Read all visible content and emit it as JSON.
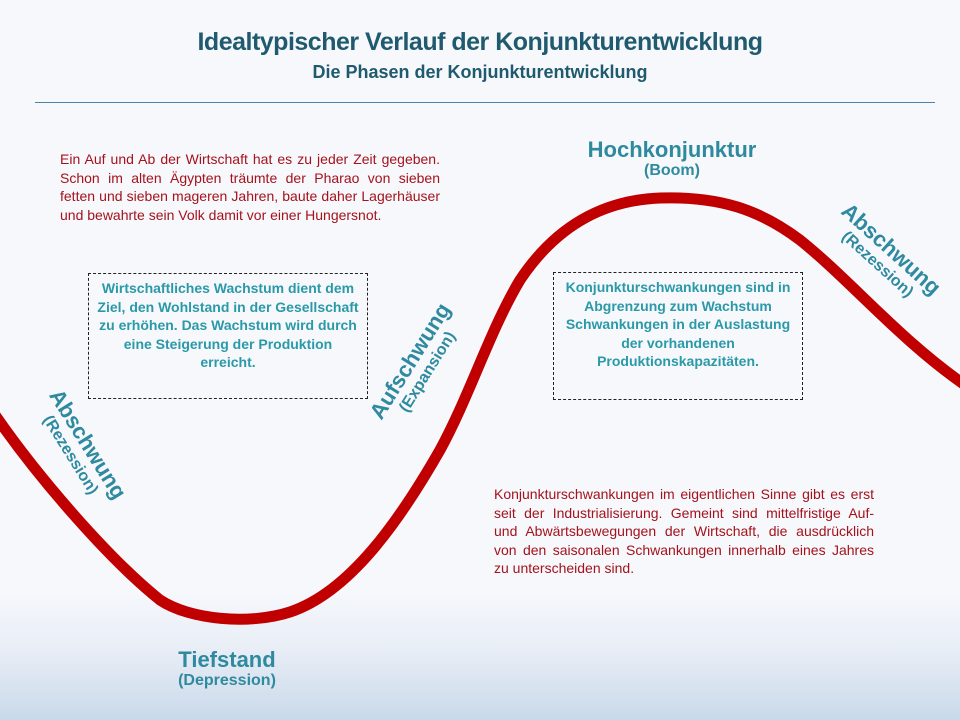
{
  "header": {
    "title": "Idealtypischer Verlauf der Konjunkturentwicklung",
    "subtitle": "Die Phasen der Konjunkturentwicklung"
  },
  "texts": {
    "intro": "Ein Auf und Ab der Wirtschaft hat es zu jeder Zeit gegeben. Schon im alten Ägypten träumte der Pharao von sieben fetten und sieben mageren Jahren, baute daher Lagerhäuser und bewahrte sein Volk damit vor einer Hungersnot.",
    "industrialization": "Konjunkturschwankungen im eigentlichen Sinne gibt es erst seit der Industrialisierung. Gemeint sind mittelfristige Auf- und Abwärtsbewegungen der Wirtschaft, die ausdrücklich von den saisonalen Schwankungen innerhalb eines Jahres zu unterscheiden sind."
  },
  "boxes": {
    "growth": "Wirtschaftliches Wachstum dient dem Ziel, den Wohlstand in der Gesellschaft zu erhöhen. Das Wachstum wird durch eine Steigerung der Produktion erreicht.",
    "fluctuations": "Konjunkturschwankungen sind in Abgrenzung zum Wachstum Schwankungen in der Auslastung der vorhandenen Produktionskapazitäten."
  },
  "phases": {
    "abschwung_left": {
      "label": "Abschwung",
      "sub": "(Rezession)"
    },
    "tiefstand": {
      "label": "Tiefstand",
      "sub": "(Depression)"
    },
    "aufschwung": {
      "label": "Aufschwung",
      "sub": "(Expansion)"
    },
    "hochkonjunktur": {
      "label": "Hochkonjunktur",
      "sub": "(Boom)"
    },
    "abschwung_right": {
      "label": "Abschwung",
      "sub": "(Rezession)"
    }
  },
  "colors": {
    "curve": "#c00000",
    "title": "#1f5a6e",
    "phase_label": "#2f8aa0",
    "box_text": "#2a99a8",
    "body_text": "#a5121c"
  }
}
